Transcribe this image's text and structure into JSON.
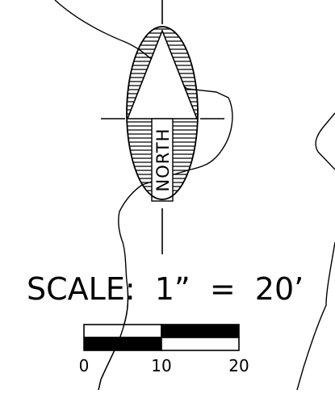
{
  "north_arrow": {
    "label": "NORTH"
  },
  "scale": {
    "label": "SCALE:  1”  =  20’",
    "ticks": [
      "0",
      "10",
      "20"
    ]
  },
  "colors": {
    "ink": "#000000",
    "paper": "#ffffff"
  }
}
